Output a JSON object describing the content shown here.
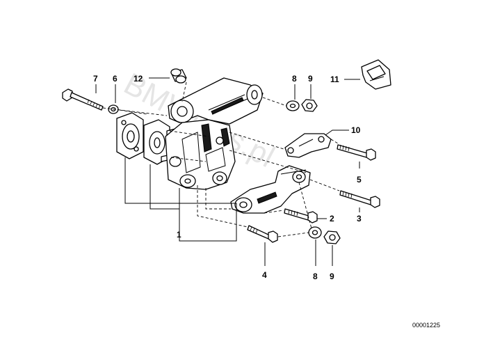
{
  "diagram": {
    "callouts": {
      "c1": "1",
      "c2": "2",
      "c3": "3",
      "c4": "4",
      "c5": "5",
      "c6": "6",
      "c7": "7",
      "c8_top": "8",
      "c8_bottom": "8",
      "c9_top": "9",
      "c9_bottom": "9",
      "c10": "10",
      "c11": "11",
      "c12": "12"
    },
    "document_number": "00001225",
    "watermark": "BMWfans.pl"
  }
}
